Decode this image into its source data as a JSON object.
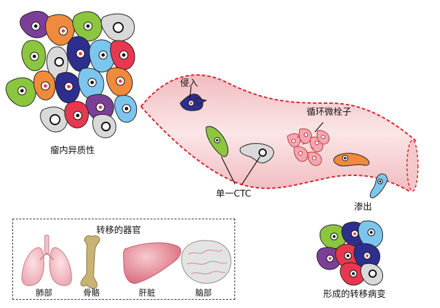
{
  "labels": {
    "tumor_heterogeneity": "瘤内异质性",
    "intravasation": "侵入",
    "microemboli": "循环微栓子",
    "single_ctc": "单一CTC",
    "extravasation": "渗出",
    "metastatic_organs_title": "转移的器官",
    "metastatic_lesion": "形成的转移病变"
  },
  "organs": [
    {
      "name": "lung-icon",
      "label": "肺部"
    },
    {
      "name": "bone-icon",
      "label": "骨骼"
    },
    {
      "name": "liver-icon",
      "label": "肝脏"
    },
    {
      "name": "brain-icon",
      "label": "脑部"
    }
  ],
  "colors": {
    "vessel_fill": "#f6d3d4",
    "vessel_edge": "#d8242f",
    "cell_orange": "#f08a3c",
    "cell_green": "#8cc63f",
    "cell_navy": "#2e2e8f",
    "cell_lightblue": "#7cc6ee",
    "cell_purple": "#7b3f98",
    "cell_red": "#e8384f",
    "cell_gray": "#d9d9d9",
    "cell_pink": "#f3a6b6"
  }
}
